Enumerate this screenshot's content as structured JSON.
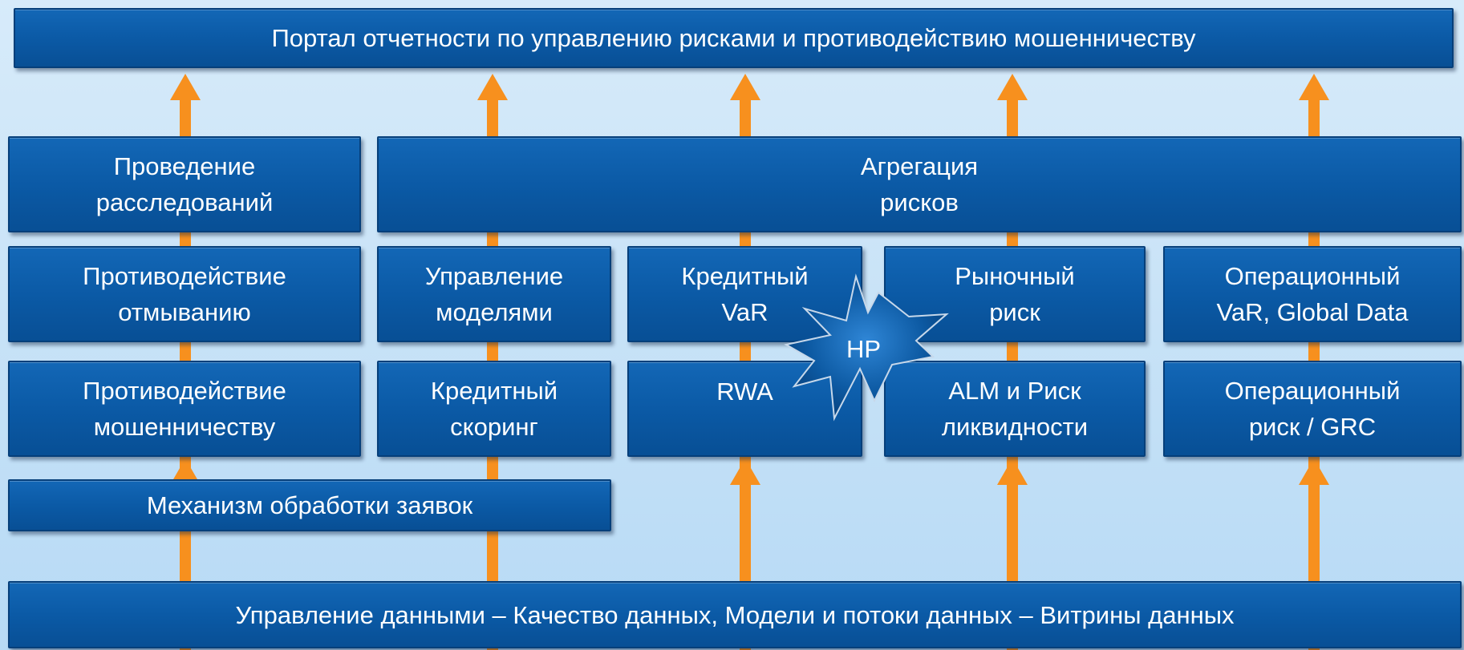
{
  "portal": {
    "label": "Портал отчетности по управлению рисками и противодействию мошенничеству"
  },
  "investigations": {
    "line1": "Проведение",
    "line2": "расследований"
  },
  "risk_aggregation": {
    "line1": "Агрегация",
    "line2": "рисков"
  },
  "aml": {
    "line1": "Противодействие",
    "line2": "отмыванию"
  },
  "model_management": {
    "line1": "Управление",
    "line2": "моделями"
  },
  "credit_var": {
    "line1": "Кредитный",
    "line2": "VaR"
  },
  "market_risk": {
    "line1": "Рыночный",
    "line2": "риск"
  },
  "operational_var": {
    "line1": "Операционный",
    "line2": "VaR, Global Data"
  },
  "anti_fraud": {
    "line1": "Противодействие",
    "line2": "мошенничеству"
  },
  "credit_scoring": {
    "line1": "Кредитный",
    "line2": "скоринг"
  },
  "rwa": {
    "label": "RWA"
  },
  "alm": {
    "line1": "ALM и Риск",
    "line2": "ликвидности"
  },
  "operational_risk": {
    "line1": "Операционный",
    "line2": "риск / GRC"
  },
  "request_engine": {
    "label": "Механизм обработки заявок"
  },
  "data_management": {
    "label": "Управление данными – Качество данных, Модели и потоки данных – Витрины данных"
  },
  "starburst": {
    "label": "HP"
  },
  "colors": {
    "box_fill": "#0b5aa6",
    "arrow": "#f7901e",
    "background": "#c9e3f7",
    "text": "#ffffff"
  }
}
